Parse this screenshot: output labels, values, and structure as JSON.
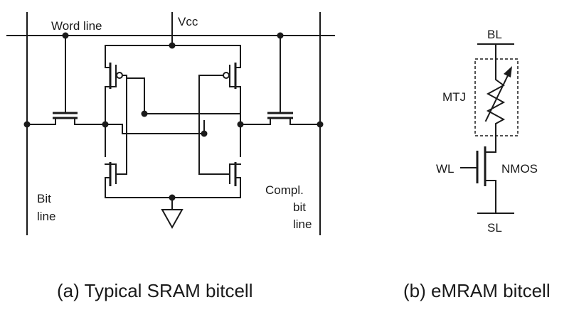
{
  "sram": {
    "word_line": "Word line",
    "vcc": "Vcc",
    "bit_line_1": "Bit",
    "bit_line_2": "line",
    "compl_1": "Compl.",
    "compl_2": "bit",
    "compl_3": "line",
    "caption": "(a) Typical SRAM bitcell"
  },
  "emram": {
    "bl": "BL",
    "mtj": "MTJ",
    "wl": "WL",
    "nmos": "NMOS",
    "sl": "SL",
    "caption": "(b) eMRAM bitcell"
  }
}
